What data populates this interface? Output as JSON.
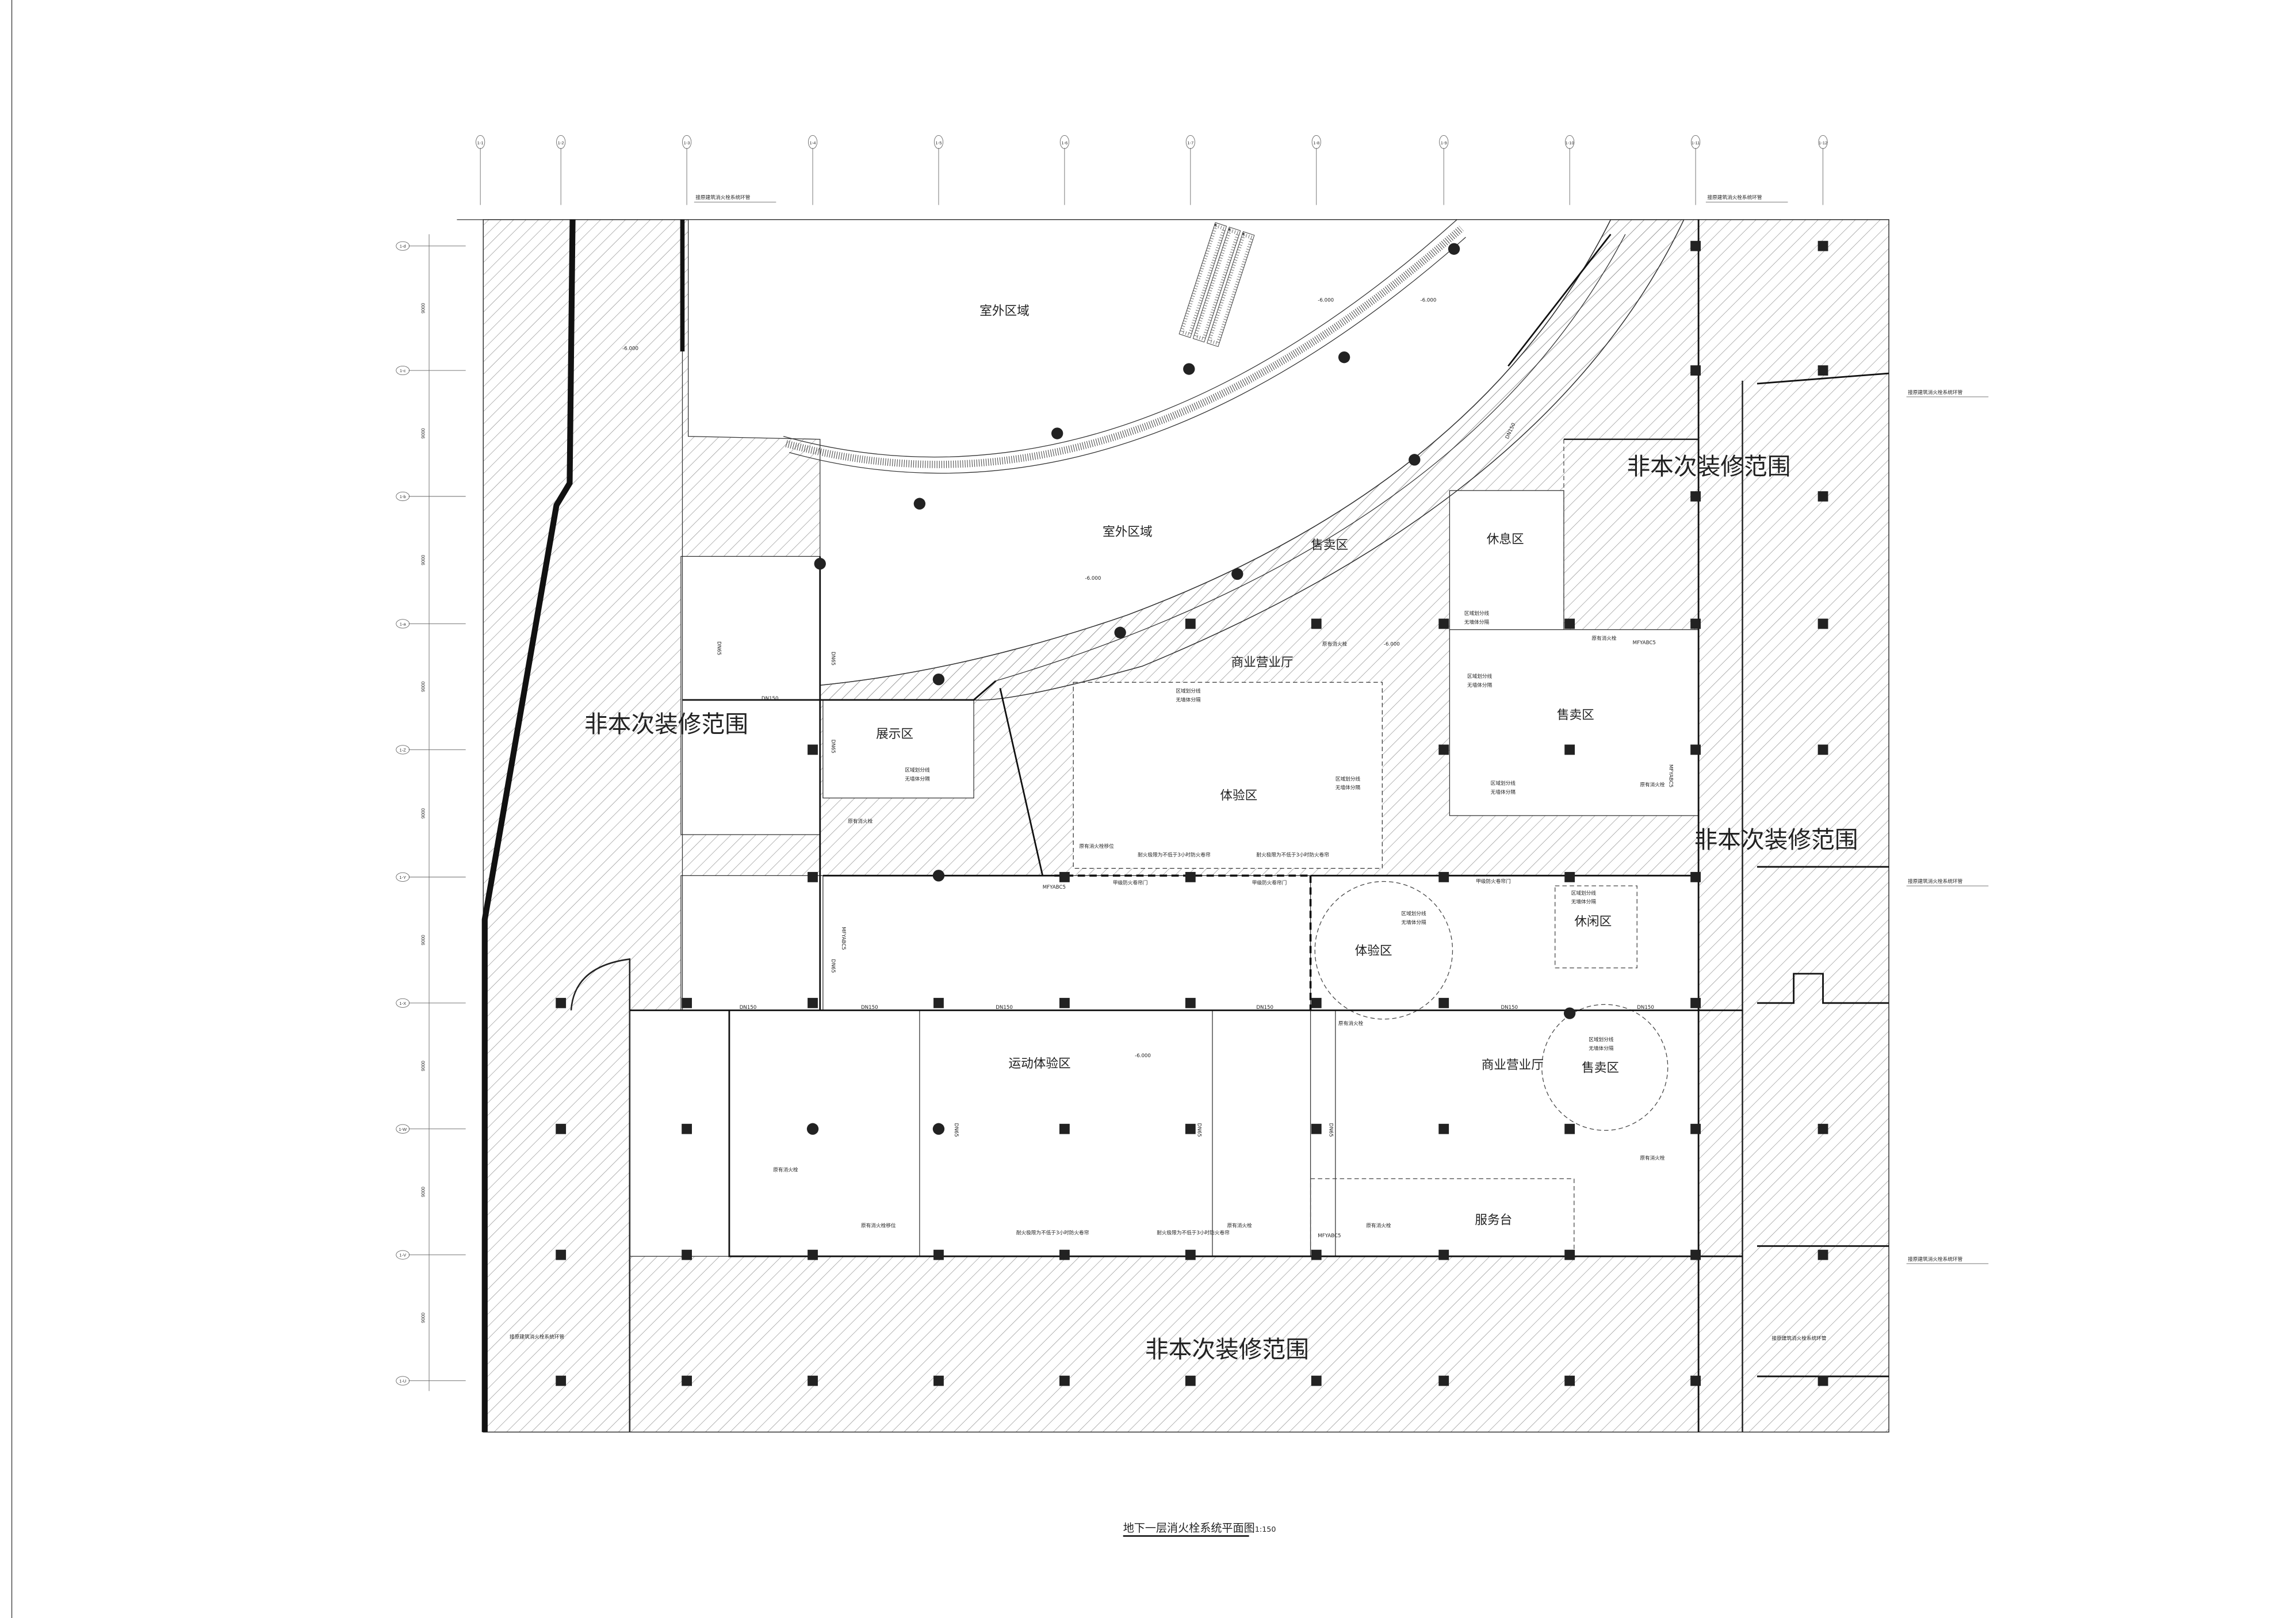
{
  "drawing": {
    "title": "地下一层消火栓系统平面图",
    "scale": "1:150"
  },
  "grid": {
    "columns": [
      "1-1",
      "1-2",
      "1-3",
      "1-4",
      "1-5",
      "1-6",
      "1-7",
      "1-8",
      "1-9",
      "1-10",
      "1-11",
      "1-12"
    ],
    "rows": [
      "1-d",
      "1-c",
      "1-b",
      "1-a",
      "1-Z",
      "1-Y",
      "1-X",
      "1-W",
      "1-V",
      "1-U"
    ],
    "spacing_label": "9000"
  },
  "zones": {
    "excluded_label": "非本次装修范围"
  },
  "rooms": [
    "室外区域",
    "室外区域",
    "售卖区",
    "休息区",
    "商业营业厅",
    "售卖区",
    "展示区",
    "体验区",
    "体验区",
    "休闲区",
    "运动体验区",
    "商业营业厅",
    "售卖区",
    "服务台"
  ],
  "annotations": {
    "ring_main": "接原建筑消火栓系统环管",
    "zone_line_1": "区域划分线",
    "zone_line_2": "无墙体分隔",
    "existing_hydrant": "原有消火栓",
    "relocated_hydrant": "原有消火栓移位",
    "fire_shutter": "耐火极限为不低于3小时防火卷帘",
    "class_a_shutter": "甲级防火卷帘门",
    "pipe_dn150": "DN150",
    "pipe_dn65": "DN65",
    "elevation": "-6.000",
    "hydrant_model": "MFYABC5"
  },
  "colors": {
    "line": "#333333",
    "hatch": "#8a8a8a",
    "background": "#ffffff"
  }
}
